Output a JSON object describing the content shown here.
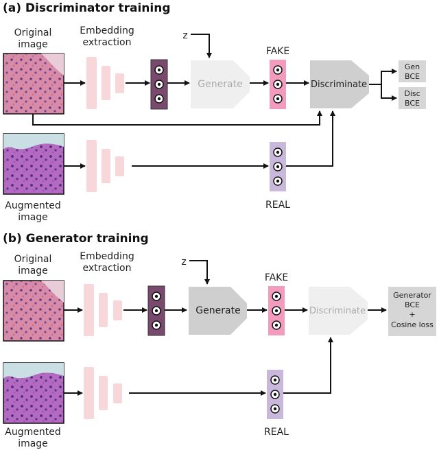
{
  "panels": [
    {
      "title": "(a) Discriminator training",
      "original_label": [
        "Original",
        "image"
      ],
      "embedding_label": [
        "Embedding",
        "extraction"
      ],
      "noise_label": "z",
      "generate_label": "Generate",
      "fake_label": "FAKE",
      "discriminate_label": "Discriminate",
      "real_label": "REAL",
      "augmented_label": [
        "Augmented",
        "image"
      ],
      "outputs": [
        [
          "Gen",
          "BCE"
        ],
        [
          "Disc",
          "BCE"
        ]
      ],
      "generate_active": false,
      "discriminate_active": true
    },
    {
      "title": "(b) Generator training",
      "original_label": [
        "Original",
        "image"
      ],
      "embedding_label": [
        "Embedding",
        "extraction"
      ],
      "noise_label": "z",
      "generate_label": "Generate",
      "fake_label": "FAKE",
      "discriminate_label": "Discriminate",
      "real_label": "REAL",
      "augmented_label": [
        "Augmented",
        "image"
      ],
      "outputs": [
        [
          "Generator",
          "BCE",
          "+",
          "Cosine loss"
        ]
      ],
      "generate_active": true,
      "discriminate_active": false
    }
  ],
  "colors": {
    "embedding_bars": "#f8d7da",
    "embedding_vector": "#7a4a6e",
    "fake_vector": "#f29bbd",
    "real_vector": "#c9b8dc",
    "active_block": "#cfcfcf",
    "inactive_block": "#efefef",
    "output_box": "#d6d6d6",
    "arrow": "#111111"
  }
}
